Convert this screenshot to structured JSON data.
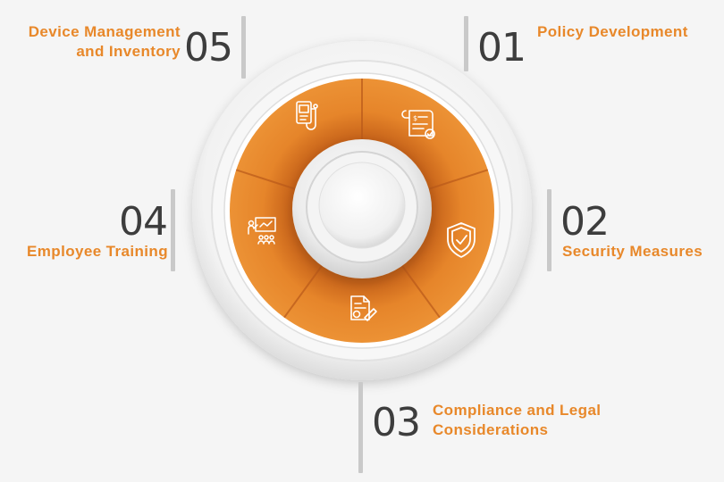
{
  "colors": {
    "background": "#f5f5f5",
    "accent_orange": "#e8882a",
    "ring_white": "#ffffff",
    "number_text": "#3d3d3d",
    "divider": "#c9c9c9"
  },
  "steps": [
    {
      "number": "01",
      "label": "Policy Development",
      "icon": "policy-document-icon"
    },
    {
      "number": "02",
      "label": "Security Measures",
      "icon": "shield-check-icon"
    },
    {
      "number": "03",
      "label_line1": "Compliance and Legal",
      "label_line2": "Considerations",
      "icon": "compliance-document-icon"
    },
    {
      "number": "04",
      "label": "Employee Training",
      "icon": "presentation-training-icon"
    },
    {
      "number": "05",
      "label_line1": "Device Management",
      "label_line2": "and Inventory",
      "icon": "device-inventory-icon"
    }
  ]
}
